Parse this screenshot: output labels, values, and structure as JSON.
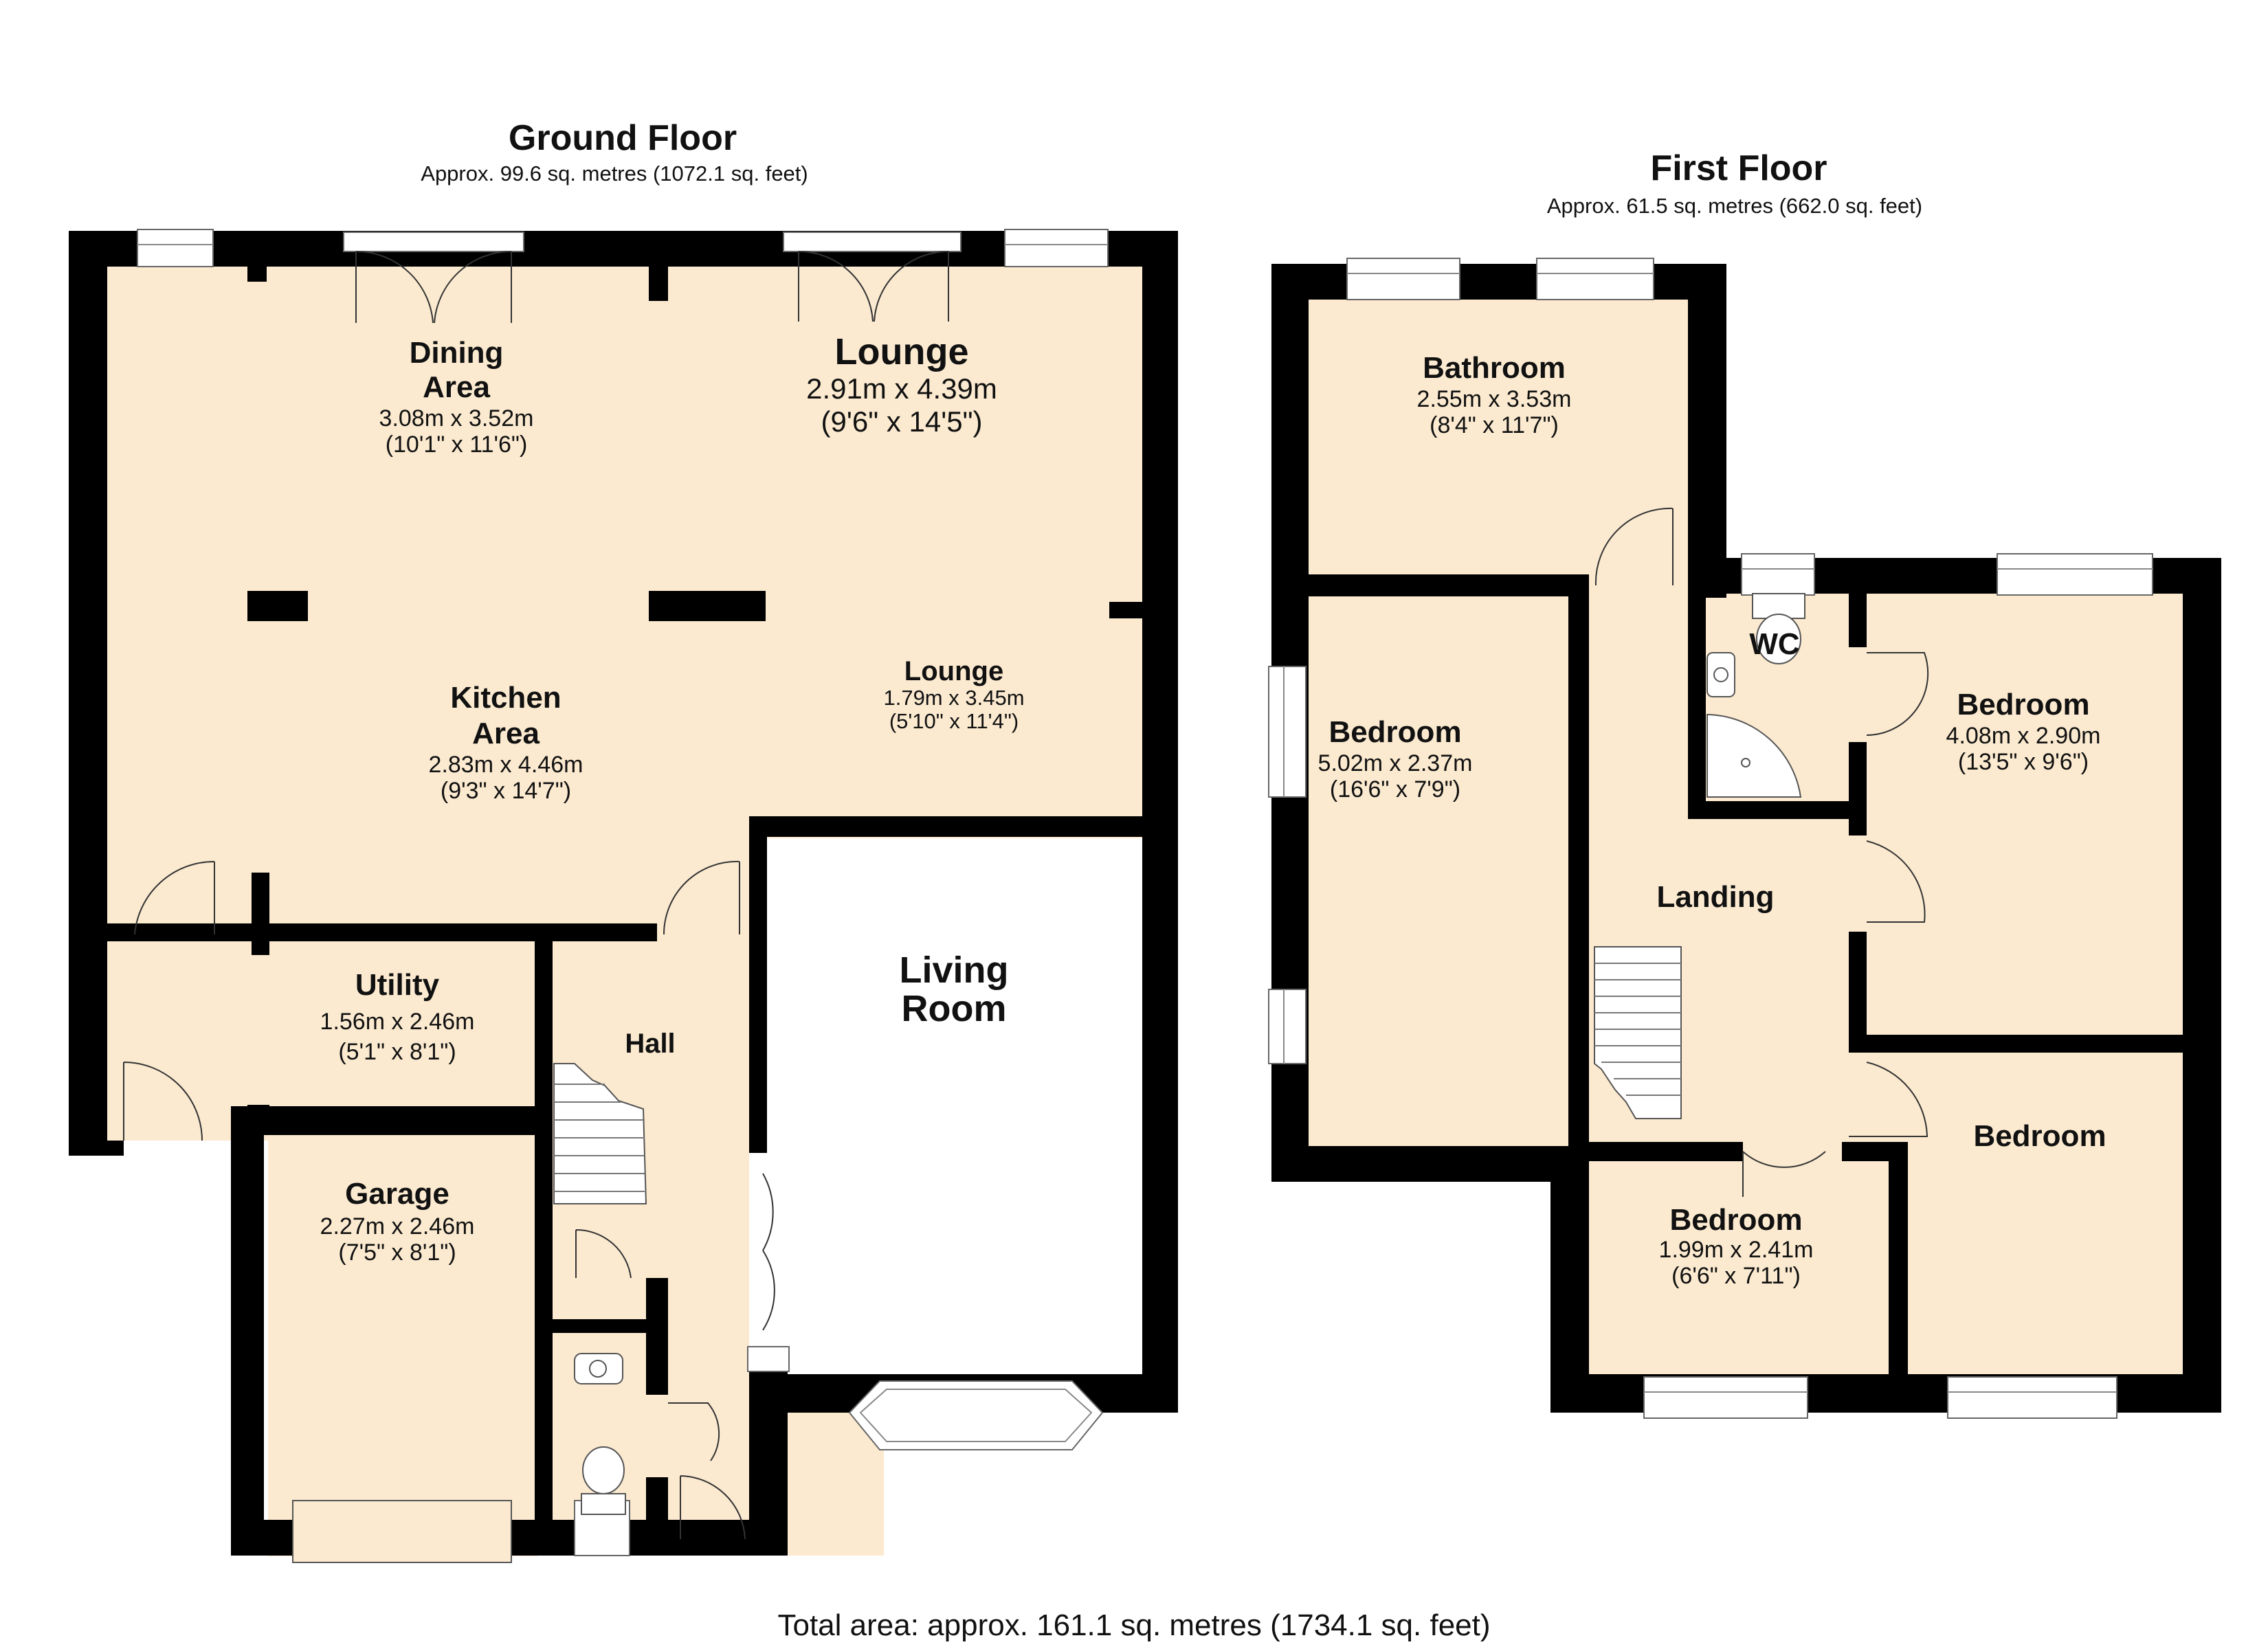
{
  "ground_floor": {
    "title": "Ground Floor",
    "area": "Approx. 99.6 sq. metres (1072.1 sq. feet)",
    "rooms": {
      "dining": {
        "name_line1": "Dining",
        "name_line2": "Area",
        "metric": "3.08m x 3.52m",
        "imperial": "(10'1\" x 11'6\")"
      },
      "lounge": {
        "name": "Lounge",
        "metric": "2.91m x 4.39m",
        "imperial": "(9'6\" x 14'5\")"
      },
      "kitchen": {
        "name_line1": "Kitchen",
        "name_line2": "Area",
        "metric": "2.83m x 4.46m",
        "imperial": "(9'3\" x 14'7\")"
      },
      "lounge2": {
        "name": "Lounge",
        "metric": "1.79m x 3.45m",
        "imperial": "(5'10\" x 11'4\")"
      },
      "utility": {
        "name": "Utility",
        "metric": "1.56m x 2.46m",
        "imperial": "(5'1\" x 8'1\")"
      },
      "hall": {
        "name": "Hall"
      },
      "living": {
        "name_line1": "Living",
        "name_line2": "Room"
      },
      "garage": {
        "name": "Garage",
        "metric": "2.27m x 2.46m",
        "imperial": "(7'5\" x 8'1\")"
      }
    }
  },
  "first_floor": {
    "title": "First Floor",
    "area": "Approx. 61.5 sq. metres (662.0 sq. feet)",
    "rooms": {
      "bathroom": {
        "name": "Bathroom",
        "metric": "2.55m x 3.53m",
        "imperial": "(8'4\" x 11'7\")"
      },
      "wc": {
        "name": "WC"
      },
      "bedroom_large": {
        "name": "Bedroom",
        "metric": "5.02m x 2.37m",
        "imperial": "(16'6\" x 7'9\")"
      },
      "bedroom_right": {
        "name": "Bedroom",
        "metric": "4.08m x 2.90m",
        "imperial": "(13'5\" x 9'6\")"
      },
      "landing": {
        "name": "Landing"
      },
      "bedroom_small": {
        "name": "Bedroom",
        "metric": "1.99m x 2.41m",
        "imperial": "(6'6\" x 7'11\")"
      },
      "bedroom_corner": {
        "name": "Bedroom"
      }
    }
  },
  "total_area": "Total area: approx. 161.1 sq. metres (1734.1 sq. feet)",
  "colors": {
    "floor": "#fbead0",
    "wall": "#000000",
    "background": "#ffffff"
  }
}
